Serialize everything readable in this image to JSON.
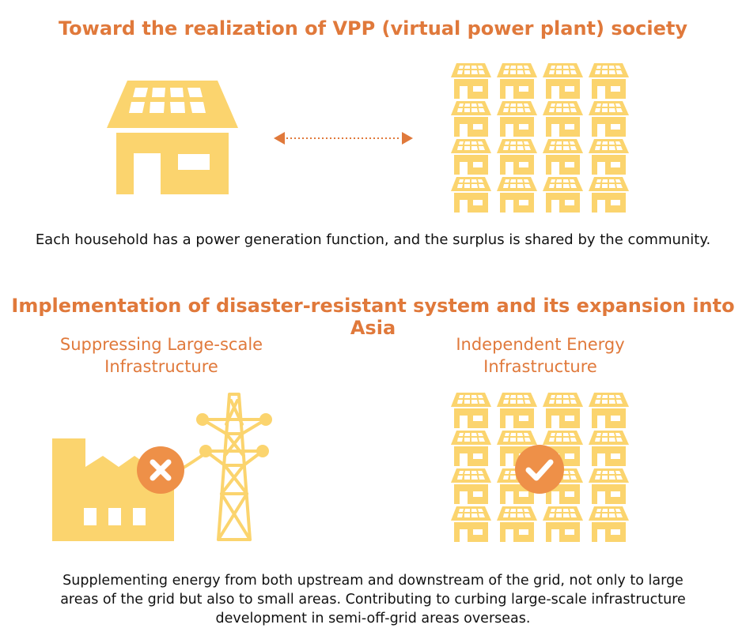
{
  "section1": {
    "title": "Toward the realization of VPP (virtual power plant) society",
    "caption": "Each household has a power generation function, and the surplus is shared by the community."
  },
  "section2": {
    "title": "Implementation of disaster-resistant system and its expansion into Asia",
    "left_label_line1": "Suppressing Large-scale",
    "left_label_line2": "Infrastructure",
    "right_label_line1": "Independent Energy",
    "right_label_line2": "Infrastructure",
    "caption_lines": [
      "Supplementing energy from both upstream and downstream of the grid, not only to large",
      "areas of the grid but also to small areas. Contributing to curbing large-scale infrastructure",
      "development in semi-off-grid areas overseas."
    ]
  },
  "colors": {
    "accent": "#E0793B",
    "house": "#FBD46E",
    "badge": "#EE9048",
    "text": "#111111"
  },
  "icons": {
    "big_house": "solar-house-icon",
    "arrow": "double-arrow-icon",
    "grid": "house-grid-icon",
    "factory": "factory-icon",
    "tower": "transmission-tower-icon",
    "x_badge": "x-badge-icon",
    "check_badge": "check-badge-icon"
  }
}
